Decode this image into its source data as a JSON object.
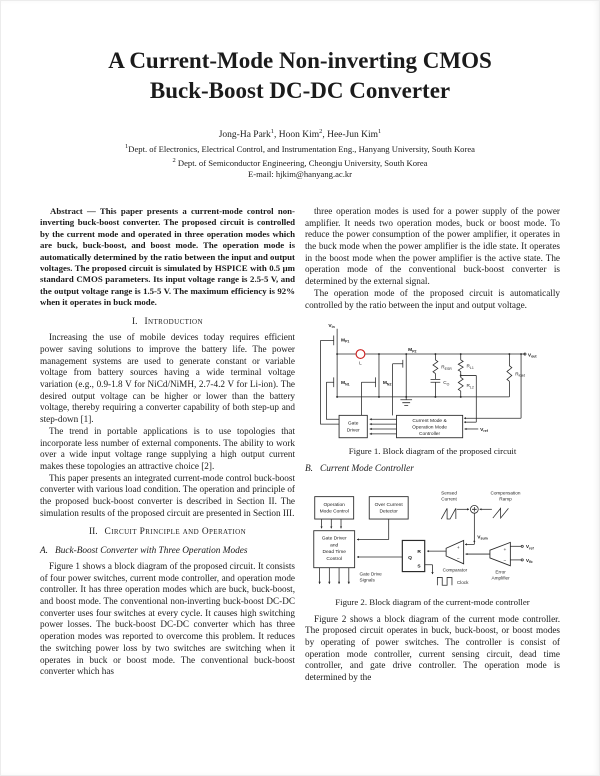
{
  "meta": {
    "page_bg": "#ffffff",
    "text_color": "#1b1b1b",
    "accent_red": "#cc2222"
  },
  "head": {
    "title_line1": "A Current-Mode Non-inverting CMOS",
    "title_line2": "Buck-Boost DC-DC Converter",
    "authors": [
      "Jong-Ha Park",
      "1",
      ", Hoon Kim",
      "2",
      ", Hee-Jun Kim",
      "1"
    ],
    "affil1_sup": "1",
    "affil1": "Dept. of Electronics, Electrical Control, and Instrumentation Eng., Hanyang University, South Korea",
    "affil2_sup": "2",
    "affil2": " Dept. of Semiconductor Engineering, Cheongju University, South Korea",
    "email": "E-mail: hjkim@hanyang.ac.kr"
  },
  "left": {
    "abstract_prefix": "Abstract — ",
    "abstract_body": "This paper presents a current-mode control non-inverting buck-boost converter. The proposed circuit is controlled by the current mode and operated in three operation modes which are buck, buck-boost, and boost mode. The operation mode is automatically determined by the ratio between the input and output voltages. The proposed circuit is simulated by HSPICE with 0.5 μm standard CMOS parameters. Its input voltage range is 2.5-5 V, and the output voltage range is 1.5-5 V. The maximum efficiency is 92% when it operates in buck mode.",
    "sec1_num": "I.",
    "sec1_title": "Introduction",
    "p1": "Increasing the use of mobile devices today requires efficient power saving solutions to improve the battery life. The power management systems are used to generate constant or variable voltage from battery sources having a wide terminal voltage variation (e.g., 0.9-1.8 V for NiCd/NiMH, 2.7-4.2 V for Li-ion). The desired output voltage can be higher or lower than the battery voltage, thereby requiring a converter capability of both step-up and step-down [1].",
    "p2": "The trend in portable applications is to use topologies that incorporate less number of external components. The ability to work over a wide input voltage range supplying a high output current makes these topologies an attractive choice [2].",
    "p3": "This paper presents an integrated current-mode control buck-boost converter with various load condition. The operation and principle of the proposed buck-boost converter is described in Section II. The simulation results of the proposed circuit are presented in Section III.",
    "sec2_num": "II.",
    "sec2_title": "Circuit Principle and Operation",
    "subA_num": "A.",
    "subA_title": "Buck-Boost Converter with Three Operation Modes",
    "p4": "Figure 1 shows a block diagram of the proposed circuit. It consists of four power switches, current mode controller, and operation mode controller. It has three operation modes which are buck, buck-boost, and boost mode. The conventional non-inverting buck-boost DC-DC converter uses four switches at every cycle. It causes high switching power losses. The buck-boost DC-DC converter which has three operation modes was reported to overcome this problem. It reduces the switching power loss by two switches are switching when it operates in buck or boost mode. The conventional buck-boost converter which has"
  },
  "right": {
    "p5": "three operation modes is used for a power supply of the power amplifier. It needs two operation modes, buck or boost mode. To reduce the power consumption of the power amplifier, it operates in the buck mode when the power amplifier is the idle state. It operates in the boost mode when the power amplifier is the active state. The operation mode of the conventional buck-boost converter is determined by the external signal.",
    "p6": "The operation mode of the proposed circuit is automatically controlled by the ratio between the input and output voltage.",
    "fig1_caption": "Figure 1. Block diagram of the proposed circuit",
    "subB_num": "B.",
    "subB_title": "Current Mode Controller",
    "fig2_caption": "Figure 2. Block diagram of the current-mode controller",
    "p7": "Figure 2 shows a block diagram of the current mode controller. The proposed circuit operates in buck, buck-boost, or boost modes by operating of power switches. The controller is consist of operation mode controller, current sensing circuit, dead time controller, and gate drive controller. The operation mode is determined by the"
  },
  "fig1": {
    "vin": {
      "m": "V",
      "s": "in"
    },
    "vout": {
      "m": "V",
      "s": "out"
    },
    "vref": {
      "m": "V",
      "s": "ref"
    },
    "mp1": {
      "m": "M",
      "s": "P1"
    },
    "mn1": {
      "m": "M",
      "s": "N1"
    },
    "mn2": {
      "m": "M",
      "s": "N2"
    },
    "mp2": {
      "m": "M",
      "s": "P2"
    },
    "inductor": "L",
    "resr": {
      "m": "R",
      "s": "ESR"
    },
    "co": {
      "m": "C",
      "s": "O"
    },
    "rl1": {
      "m": "R",
      "s": "L1"
    },
    "rl2": {
      "m": "R",
      "s": "L2"
    },
    "rload": {
      "m": "R",
      "s": "load"
    },
    "gate_driver": [
      "Gate",
      "Driver"
    ],
    "controller": [
      "Current Mode &",
      "Operation Mode",
      "Controller"
    ]
  },
  "fig2": {
    "omc": [
      "Operation",
      "Mode Control"
    ],
    "ocd": [
      "Over Current",
      "Detector"
    ],
    "gdd": [
      "Gate Driver",
      "and",
      "Dead Time",
      "Control"
    ],
    "latch": {
      "q": "Q",
      "r": "R",
      "s": "S"
    },
    "sensed": [
      "Sensed",
      "Current"
    ],
    "ramp": [
      "Compensation",
      "Ramp"
    ],
    "vsum": {
      "m": "V",
      "s": "sum"
    },
    "comparator": "Comparator",
    "error_amp": [
      "Error",
      "Amplifier"
    ],
    "vref": {
      "m": "V",
      "s": "ref"
    },
    "vfb": {
      "m": "V",
      "s": "fb"
    },
    "clock": "Clock",
    "gds": [
      "Gate Drive",
      "Signals"
    ],
    "plus": "+",
    "minus": "−"
  }
}
